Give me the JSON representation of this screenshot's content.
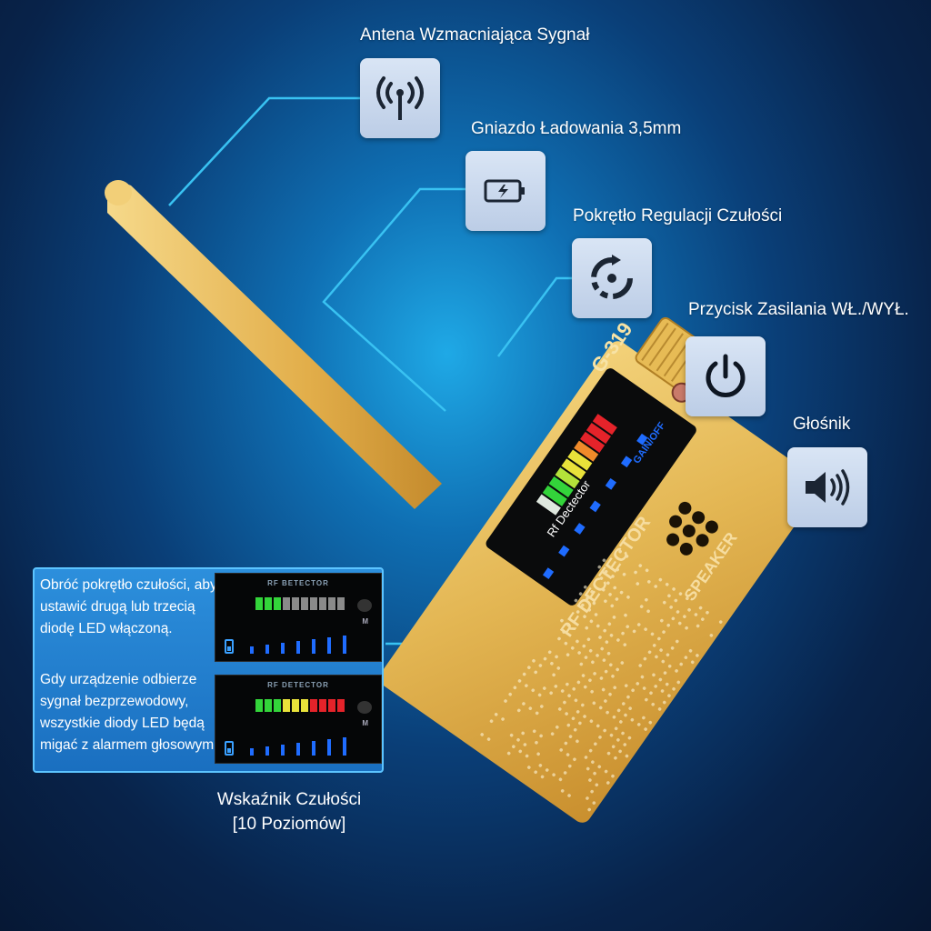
{
  "callouts": {
    "antenna": {
      "label": "Antena Wzmacniająca Sygnał",
      "icon": "antenna-signal-icon"
    },
    "charging": {
      "label": "Gniazdo Ładowania 3,5mm",
      "icon": "battery-charging-icon"
    },
    "sensitivity": {
      "label": "Pokrętło Regulacji Czułości",
      "icon": "rotate-knob-icon"
    },
    "power": {
      "label": "Przycisk Zasilania WŁ./WYŁ.",
      "icon": "power-icon"
    },
    "speaker": {
      "label": "Głośnik",
      "icon": "speaker-icon"
    }
  },
  "device": {
    "model": "G-319",
    "screen_title": "Rf Dectector",
    "body_label": "RF DECTECTOR",
    "speaker_label": "SPEAKER",
    "gain_label": "GAIN/OFF"
  },
  "info_panel": {
    "text_1": "Obróć pokrętło czułości, aby ustawić drugą lub trzecią diodę LED włączoną.",
    "text_2": "Gdy urządzenie odbierze sygnał bezprzewodowy, wszystkie diody LED będą migać z alarmem głosowym.",
    "screen_1_title": "RF BETECTOR",
    "screen_2_title": "RF DETECTOR",
    "mode_mark": "M"
  },
  "caption": {
    "line_1": "Wskaźnik Czułości",
    "line_2": "[10 Poziomów]"
  },
  "colors": {
    "accent_line": "#39c2f2",
    "gold": "#e2b54a",
    "led_green": "#33d43a",
    "led_yellow": "#e9e23a",
    "led_red": "#e5232a",
    "led_off": "#8a8a8a"
  }
}
